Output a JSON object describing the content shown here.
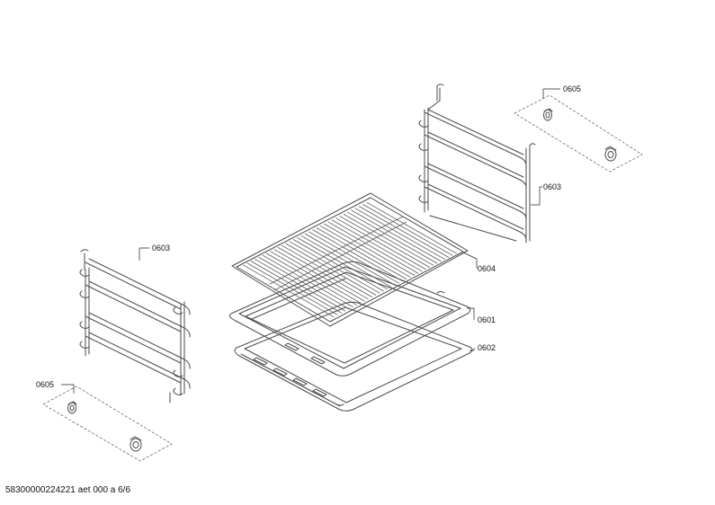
{
  "callouts": {
    "c1": "0605",
    "c2": "0603",
    "c3": "0603",
    "c4": "0604",
    "c5": "0601",
    "c6": "0602",
    "c7": "0605"
  },
  "footer": {
    "doc_id": "58300000224221 aet 000 a 6/6"
  }
}
